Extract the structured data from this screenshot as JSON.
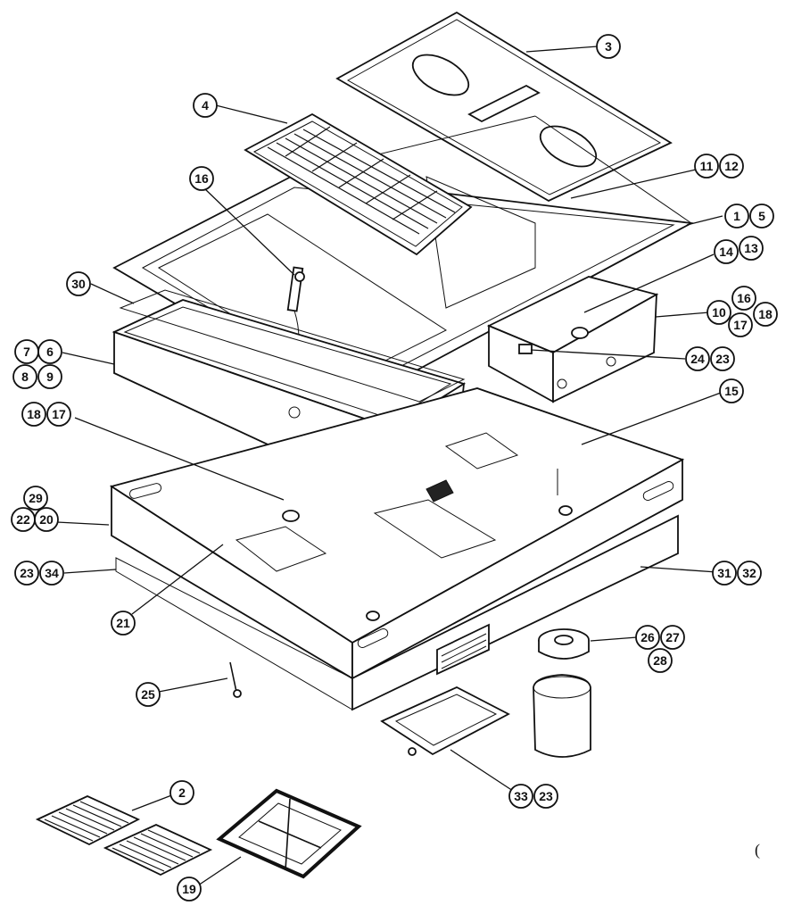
{
  "callouts": [
    {
      "id": "c3",
      "label": "3"
    },
    {
      "id": "c4",
      "label": "4"
    },
    {
      "id": "c16a",
      "label": "16"
    },
    {
      "id": "c11",
      "label": "11"
    },
    {
      "id": "c12",
      "label": "12"
    },
    {
      "id": "c1",
      "label": "1"
    },
    {
      "id": "c5",
      "label": "5"
    },
    {
      "id": "c14",
      "label": "14"
    },
    {
      "id": "c13",
      "label": "13"
    },
    {
      "id": "c30",
      "label": "30"
    },
    {
      "id": "c16b",
      "label": "16"
    },
    {
      "id": "c10",
      "label": "10"
    },
    {
      "id": "c17a",
      "label": "17"
    },
    {
      "id": "c18a",
      "label": "18"
    },
    {
      "id": "c7",
      "label": "7"
    },
    {
      "id": "c6",
      "label": "6"
    },
    {
      "id": "c8",
      "label": "8"
    },
    {
      "id": "c9",
      "label": "9"
    },
    {
      "id": "c24",
      "label": "24"
    },
    {
      "id": "c23a",
      "label": "23"
    },
    {
      "id": "c15",
      "label": "15"
    },
    {
      "id": "c18b",
      "label": "18"
    },
    {
      "id": "c17b",
      "label": "17"
    },
    {
      "id": "c29",
      "label": "29"
    },
    {
      "id": "c22",
      "label": "22"
    },
    {
      "id": "c20",
      "label": "20"
    },
    {
      "id": "c23b",
      "label": "23"
    },
    {
      "id": "c34",
      "label": "34"
    },
    {
      "id": "c31",
      "label": "31"
    },
    {
      "id": "c32",
      "label": "32"
    },
    {
      "id": "c21",
      "label": "21"
    },
    {
      "id": "c26",
      "label": "26"
    },
    {
      "id": "c27",
      "label": "27"
    },
    {
      "id": "c28",
      "label": "28"
    },
    {
      "id": "c25",
      "label": "25"
    },
    {
      "id": "c33",
      "label": "33"
    },
    {
      "id": "c23c",
      "label": "23"
    },
    {
      "id": "c2",
      "label": "2"
    },
    {
      "id": "c19",
      "label": "19"
    }
  ],
  "stray_mark": "("
}
